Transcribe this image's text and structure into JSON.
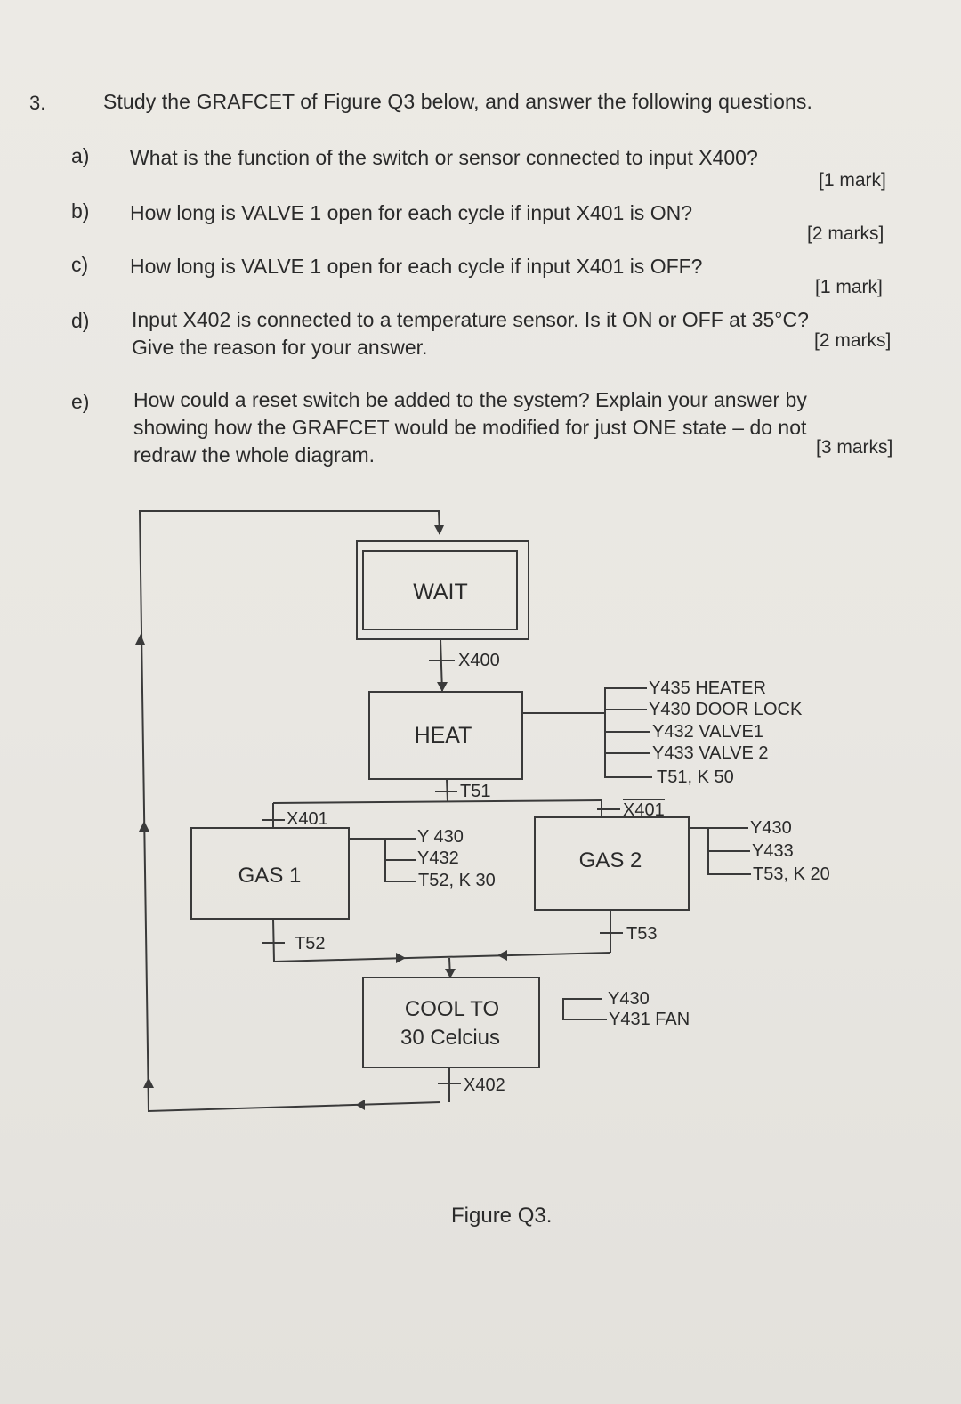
{
  "question": {
    "number": "3.",
    "intro": "Study the GRAFCET of Figure Q3 below, and answer the following questions.",
    "parts": [
      {
        "label": "a)",
        "lines": [
          "What is the function of the switch or sensor connected to input X400?"
        ],
        "marks": "[1 mark]"
      },
      {
        "label": "b)",
        "lines": [
          "How long is VALVE 1 open for each cycle if input X401 is ON?"
        ],
        "marks": "[2 marks]"
      },
      {
        "label": "c)",
        "lines": [
          "How long is VALVE 1 open for each cycle if input X401 is OFF?"
        ],
        "marks": "[1 mark]"
      },
      {
        "label": "d)",
        "lines": [
          "Input X402 is connected to a temperature sensor. Is it ON or OFF at 35°C?",
          "Give the reason for your answer."
        ],
        "marks": "[2 marks]"
      },
      {
        "label": "e)",
        "lines": [
          "How could a reset switch be added to the system? Explain your answer by",
          "showing how the GRAFCET would be modified for just ONE state – do not",
          "redraw the whole diagram."
        ],
        "marks": "[3 marks]"
      }
    ]
  },
  "grafcet": {
    "steps": {
      "wait": "WAIT",
      "heat": "HEAT",
      "gas1": "GAS 1",
      "gas2": "GAS 2",
      "cool_line1": "COOL TO",
      "cool_line2": "30 Celcius"
    },
    "transitions": {
      "x400": "X400",
      "t51": "T51",
      "x401": "X401",
      "x401_not": "X401",
      "t52": "T52",
      "t53": "T53",
      "x402": "X402"
    },
    "actions": {
      "heat": [
        "Y435 HEATER",
        "Y430 DOOR LOCK",
        "Y432 VALVE1",
        "Y433 VALVE 2",
        "T51, K 50"
      ],
      "gas1": [
        "Y 430",
        "Y432",
        "T52, K 30"
      ],
      "gas2": [
        "Y430",
        "Y433",
        "T53, K 20"
      ],
      "cool": [
        "Y430",
        "Y431 FAN"
      ]
    }
  },
  "figure_caption": "Figure Q3."
}
